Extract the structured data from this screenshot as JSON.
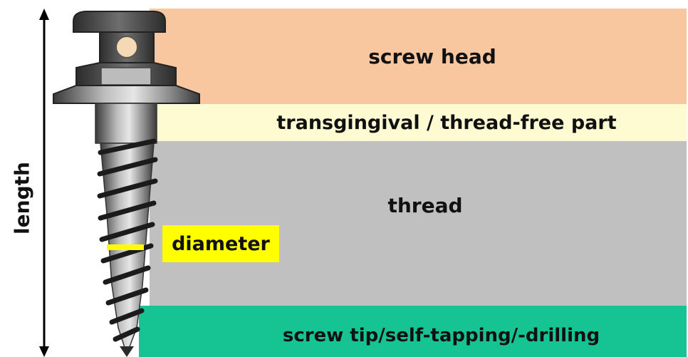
{
  "labels": {
    "screw_head": "screw head",
    "transgingival": "transgingival / thread-free part",
    "thread": "thread",
    "tip": "screw tip/self-tapping/-drilling",
    "diameter": "diameter",
    "length": "length"
  },
  "colors": {
    "screw_head_band": "#f9c79f",
    "transgingival_band": "#fefbd2",
    "thread_band": "#c0c0c0",
    "tip_band": "#16c393",
    "diameter_highlight": "#ffff00",
    "screw_metal": "#8c8c8c"
  },
  "icons": {
    "length_arrow": "double-headed-vertical-arrow",
    "screw": "orthodontic-mini-screw"
  }
}
